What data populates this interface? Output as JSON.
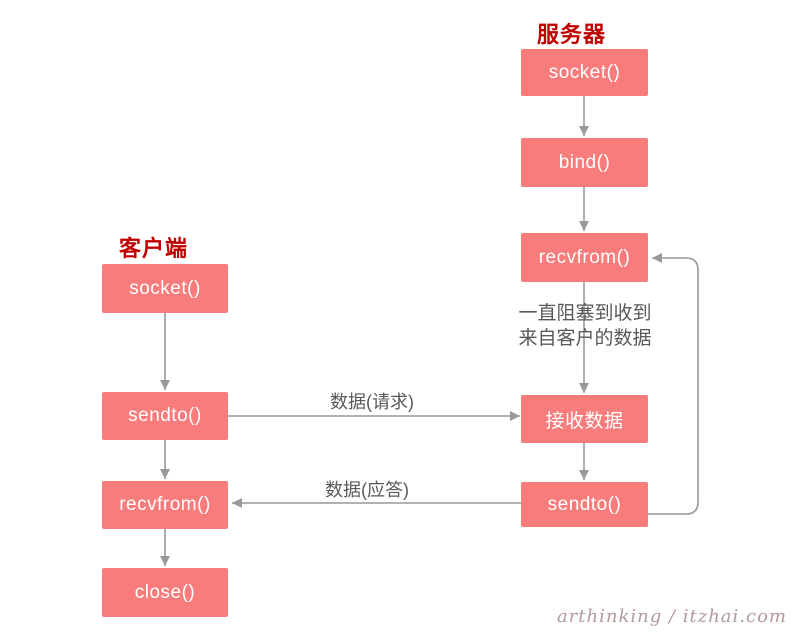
{
  "server": {
    "title": "服务器",
    "boxes": [
      {
        "label": "socket()"
      },
      {
        "label": "bind()"
      },
      {
        "label": "recvfrom()"
      },
      {
        "label": "接收数据"
      },
      {
        "label": "sendto()"
      }
    ]
  },
  "client": {
    "title": "客户端",
    "boxes": [
      {
        "label": "socket()"
      },
      {
        "label": "sendto()"
      },
      {
        "label": "recvfrom()"
      },
      {
        "label": "close()"
      }
    ]
  },
  "edges": {
    "request_label": "数据(请求)",
    "reply_label": "数据(应答)",
    "blocking_note": [
      "一直阻塞到收到",
      "来自客户的数据"
    ]
  },
  "watermark": {
    "text": "arthinking / itzhai.com"
  },
  "colors": {
    "box_fill": "#F97C7C",
    "box_text": "#FFFFFF",
    "title_color": "#C00000",
    "line_color": "#999999",
    "note_color": "#595959",
    "watermark_color": "#B39A9A"
  }
}
